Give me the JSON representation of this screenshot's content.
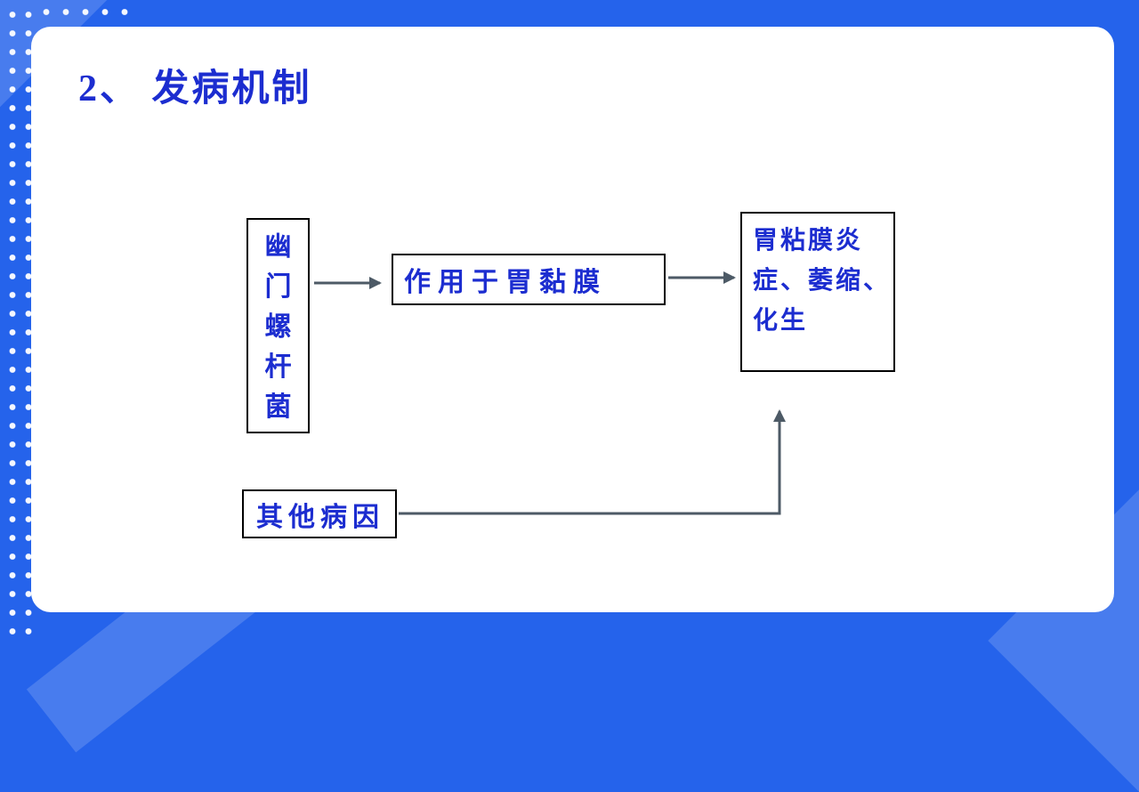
{
  "slide": {
    "title": "2、 发病机制",
    "colors": {
      "background": "#2563eb",
      "card": "#ffffff",
      "text_blue": "#1c2dd0",
      "arrow_gray": "#4d5a66",
      "box_border": "#000000"
    },
    "diagram": {
      "cause_box": {
        "label": "幽\n门\n螺\n杆\n菌"
      },
      "action_box": {
        "label": "作用于胃黏膜"
      },
      "result_box": {
        "label": "胃粘膜炎\n症、萎缩、\n化生"
      },
      "other_box": {
        "label": "其他病因"
      }
    }
  }
}
